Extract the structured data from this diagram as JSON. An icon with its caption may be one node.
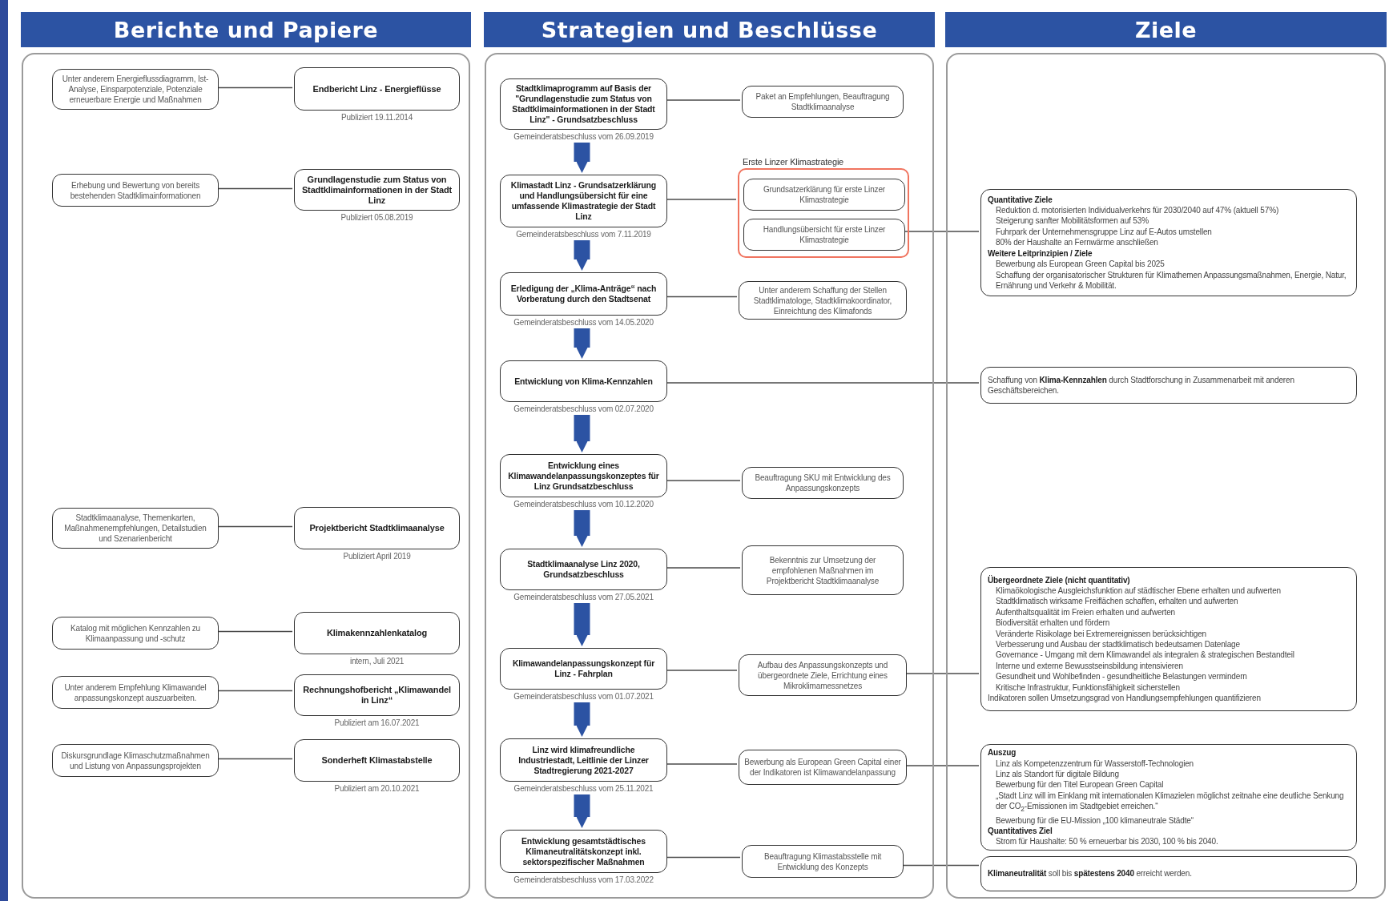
{
  "diagram": {
    "nodes": [
      {
        "text": [
          "Berichte und Papiere"
        ]
      },
      {
        "text": [
          "Unter anderem Energieflussdiagramm, Ist-Analyse, Einsparpotenziale, Potenziale erneuerbare Energie und Maßnahmen"
        ],
        "in": 0
      },
      {
        "text": [
          "Endbericht Linz - Energieflüsse"
        ],
        "beside": [
          "Publiziert 19.11.2014"
        ],
        "in": 0
      },
      {
        "text": [
          "Erhebung und Bewertung von bereits bestehenden Stadtklimainformationen"
        ],
        "in": 0
      },
      {
        "text": [
          "Grundlagenstudie zum Status von Stadtklimainformationen in der Stadt Linz"
        ],
        "beside": [
          "Publiziert 05.08.2019"
        ],
        "in": 0
      },
      {
        "text": [
          "Stadtklimaanalyse, Themenkarten, Maßnahmenempfehlungen, Detailstudien und Szenarienbericht"
        ],
        "in": 0
      },
      {
        "text": [
          "Projektbericht Stadtklimaanalyse"
        ],
        "beside": [
          "Publiziert April 2019"
        ],
        "in": 0
      },
      {
        "text": [
          "Katalog mit möglichen Kennzahlen zu Klimaanpassung und -schutz"
        ],
        "in": 0
      },
      {
        "text": [
          "Klimakennzahlenkatalog"
        ],
        "beside": [
          "intern, Juli 2021"
        ],
        "in": 0
      },
      {
        "text": [
          "Unter anderem Empfehlung Klimawandel anpassungskonzept auszuarbeiten."
        ],
        "in": 0
      },
      {
        "text": [
          "Rechnungshofbericht „Klimawandel in Linz“"
        ],
        "beside": [
          "Publiziert am 16.07.2021"
        ],
        "in": 0
      },
      {
        "text": [
          "Diskursgrundlage Klimaschutzmaßnahmen und Listung von Anpassungsprojekten"
        ],
        "in": 0
      },
      {
        "text": [
          "Sonderheft Klimastabstelle"
        ],
        "beside": [
          "Publiziert am 20.10.2021"
        ],
        "in": 0
      },
      {
        "text": [
          "Strategien und Beschlüsse"
        ]
      },
      {
        "text": [
          "Stadtklimaprogramm auf Basis der \"Grundlagenstudie zum Status von Stadtklimainformationen in der Stadt Linz\" - Grundsatzbeschluss"
        ],
        "beside": [
          "Gemeinderatsbeschluss vom 26.09.2019"
        ],
        "in": 13
      },
      {
        "text": [
          "Paket an Empfehlungen, Beauftragung Stadtklimaanalyse"
        ],
        "in": 13
      },
      {
        "text": [
          "Klimastadt Linz - Grundsatzerklärung und Handlungsübersicht für eine umfassende Klimastrategie der Stadt Linz"
        ],
        "beside": [
          "Gemeinderatsbeschluss vom 7.11.2019"
        ],
        "in": 13
      },
      {
        "text": [
          "Erste Linzer Klimastrategie"
        ],
        "in": 13
      },
      {
        "text": [
          "Grundsatzerklärung für erste Linzer Klimastrategie"
        ],
        "in": 17
      },
      {
        "text": [
          "Handlungsübersicht für erste Linzer Klimastrategie"
        ],
        "in": 17
      },
      {
        "text": [
          "Erledigung der „Klima-Anträge“ nach Vorberatung durch den Stadtsenat"
        ],
        "beside": [
          "Gemeinderatsbeschluss vom 14.05.2020"
        ],
        "in": 13
      },
      {
        "text": [
          "Unter anderem Schaffung der Stellen Stadtklimatologe, Stadtklimakoordinator, Einreichtung des Klimafonds"
        ],
        "in": 13
      },
      {
        "text": [
          "Entwicklung von Klima-Kennzahlen"
        ],
        "beside": [
          "Gemeinderatsbeschluss vom 02.07.2020"
        ],
        "in": 13
      },
      {
        "text": [
          "Entwicklung eines Klimawandelanpassungskonzeptes für Linz Grundsatzbeschluss"
        ],
        "beside": [
          "Gemeinderatsbeschluss vom 10.12.2020"
        ],
        "in": 13
      },
      {
        "text": [
          "Beauftragung SKU mit Entwicklung des Anpassungskonzepts"
        ],
        "in": 13
      },
      {
        "text": [
          "Stadtklimaanalyse Linz 2020, Grundsatzbeschluss"
        ],
        "beside": [
          "Gemeinderatsbeschluss vom 27.05.2021"
        ],
        "in": 13
      },
      {
        "text": [
          "Bekenntnis zur Umsetzung der empfohlenen Maßnahmen im Projektbericht Stadtklimaanalyse"
        ],
        "in": 13
      },
      {
        "text": [
          "Klimawandelanpassungskonzept für Linz - Fahrplan"
        ],
        "beside": [
          "Gemeinderatsbeschluss vom 01.07.2021"
        ],
        "in": 13
      },
      {
        "text": [
          "Aufbau des Anpassungskonzepts und übergeordnete Ziele, Errichtung eines Mikroklimamessnetzes"
        ],
        "in": 13
      },
      {
        "text": [
          "Linz wird klimafreundliche Industriestadt, Leitlinie der Linzer Stadtregierung 2021-2027"
        ],
        "beside": [
          "Gemeinderatsbeschluss vom 25.11.2021"
        ],
        "in": 13
      },
      {
        "text": [
          "Bewerbung als European Green Capital einer der Indikatoren ist Klimawandelanpassung"
        ],
        "in": 13
      },
      {
        "text": [
          "Entwicklung gesamtstädtisches Klimaneutralitätskonzept inkl. sektorspezifischer Maßnahmen"
        ],
        "beside": [
          "Gemeinderatsbeschluss vom 17.03.2022"
        ],
        "in": 13
      },
      {
        "text": [
          "Beauftragung Klimastabsstelle mit Entwicklung des Konzepts"
        ],
        "in": 13
      },
      {
        "text": [
          "Ziele"
        ]
      },
      {
        "text": [
          "Quantitative Ziele",
          "Reduktion d. motorisierten Individualverkehrs für 2030/2040 auf 47% (aktuell 57%)",
          "Steigerung sanfter Mobilitätsformen auf 53%",
          "Fuhrpark der Unternehmensgruppe Linz auf E-Autos umstellen",
          "80% der Haushalte an Fernwärme anschließen",
          "Weitere Leitprinzipien / Ziele",
          "Bewerbung als European Green Capital bis 2025",
          "Schaffung der organisatorischer Strukturen für Klimathemen Anpassungsmaßnahmen, Energie, Natur, Ernährung und Verkehr & Mobilität."
        ],
        "in": 33
      },
      {
        "text": [
          "Schaffung von **Klima-Kennzahlen** durch Stadtforschung in Zusammenarbeit mit anderen Geschäftsbereichen."
        ],
        "in": 33
      },
      {
        "text": [
          "Übergeordnete Ziele (nicht quantitativ)",
          "Klimaökologische Ausgleichsfunktion auf städtischer Ebene erhalten und aufwerten",
          "Stadtklimatisch wirksame Freiflächen schaffen, erhalten und aufwerten",
          "Aufenthaltsqualität im Freien erhalten und aufwerten",
          "Biodiversität erhalten und fördern",
          "Veränderte Risikolage bei Extremereignissen berücksichtigen",
          "Verbesserung und Ausbau der stadtklimatisch bedeutsamen Datenlage",
          "Governance - Umgang mit dem Klimawandel als integralen & strategischen Bestandteil",
          "Interne und externe Bewusstseinsbildung intensivieren",
          "Gesundheit und Wohlbefinden - gesundheitliche Belastungen vermindern",
          "Kritische Infrastruktur, Funktionsfähigkeit sicherstellen",
          "Indikatoren sollen Umsetzungsgrad von Handlungsempfehlungen quantifizieren"
        ],
        "in": 33
      },
      {
        "text": [
          "Auszug",
          "Linz als Kompetenzzentrum für Wasserstoff-Technologien",
          "Linz als Standort für digitale Bildung",
          "Bewerbung für den Titel European Green Capital",
          "„Stadt Linz will im Einklang mit internationalen Klimazielen möglichst zeitnahe eine deutliche Senkung der CO$_{2}$-Emissionen im Stadtgebiet erreichen.“",
          "Bewerbung für die EU-Mission „100 klimaneutrale Städte“",
          "Quantitatives Ziel",
          "Strom für Haushalte: 50 % erneuerbar bis 2030, 100 % bis 2040."
        ],
        "in": 33
      },
      {
        "text": [
          "**Klimaneutralität** soll bis **spätestens 2040** erreicht werden."
        ],
        "in": 33
      }
    ],
    "edges": [
      {
        "from": 1,
        "to": 2,
        "arrow": "none"
      },
      {
        "from": 3,
        "to": 4,
        "arrow": "none"
      },
      {
        "from": 5,
        "to": 6,
        "arrow": "none"
      },
      {
        "from": 7,
        "to": 8,
        "arrow": "none"
      },
      {
        "from": 9,
        "to": 10,
        "arrow": "none"
      },
      {
        "from": 11,
        "to": 12,
        "arrow": "none"
      },
      {
        "from": 14,
        "to": 15,
        "arrow": "none"
      },
      {
        "from": 16,
        "to": 17,
        "arrow": "none"
      },
      {
        "from": 20,
        "to": 21,
        "arrow": "none"
      },
      {
        "from": 23,
        "to": 24,
        "arrow": "none"
      },
      {
        "from": 25,
        "to": 26,
        "arrow": "none"
      },
      {
        "from": 27,
        "to": 28,
        "arrow": "none"
      },
      {
        "from": 29,
        "to": 30,
        "arrow": "none"
      },
      {
        "from": 31,
        "to": 32,
        "arrow": "none"
      },
      {
        "from": 14,
        "to": 16,
        "arrow": "to",
        "style": "thick",
        "color": "#2c53a3"
      },
      {
        "from": 16,
        "to": 20,
        "arrow": "to",
        "style": "thick",
        "color": "#2c53a3"
      },
      {
        "from": 20,
        "to": 22,
        "arrow": "to",
        "style": "thick",
        "color": "#2c53a3"
      },
      {
        "from": 22,
        "to": 23,
        "arrow": "to",
        "style": "thick",
        "color": "#2c53a3"
      },
      {
        "from": 23,
        "to": 25,
        "arrow": "to",
        "style": "thick",
        "color": "#2c53a3"
      },
      {
        "from": 25,
        "to": 27,
        "arrow": "to",
        "style": "thick",
        "color": "#2c53a3"
      },
      {
        "from": 27,
        "to": 29,
        "arrow": "to",
        "style": "thick",
        "color": "#2c53a3"
      },
      {
        "from": 29,
        "to": 31,
        "arrow": "to",
        "style": "thick",
        "color": "#2c53a3"
      },
      {
        "from": 19,
        "to": 34,
        "arrow": "none"
      },
      {
        "from": 22,
        "to": 35,
        "arrow": "none"
      },
      {
        "from": 28,
        "to": 36,
        "arrow": "none"
      },
      {
        "from": 30,
        "to": 37,
        "arrow": "none"
      },
      {
        "from": 32,
        "to": 38,
        "arrow": "none"
      }
    ]
  }
}
